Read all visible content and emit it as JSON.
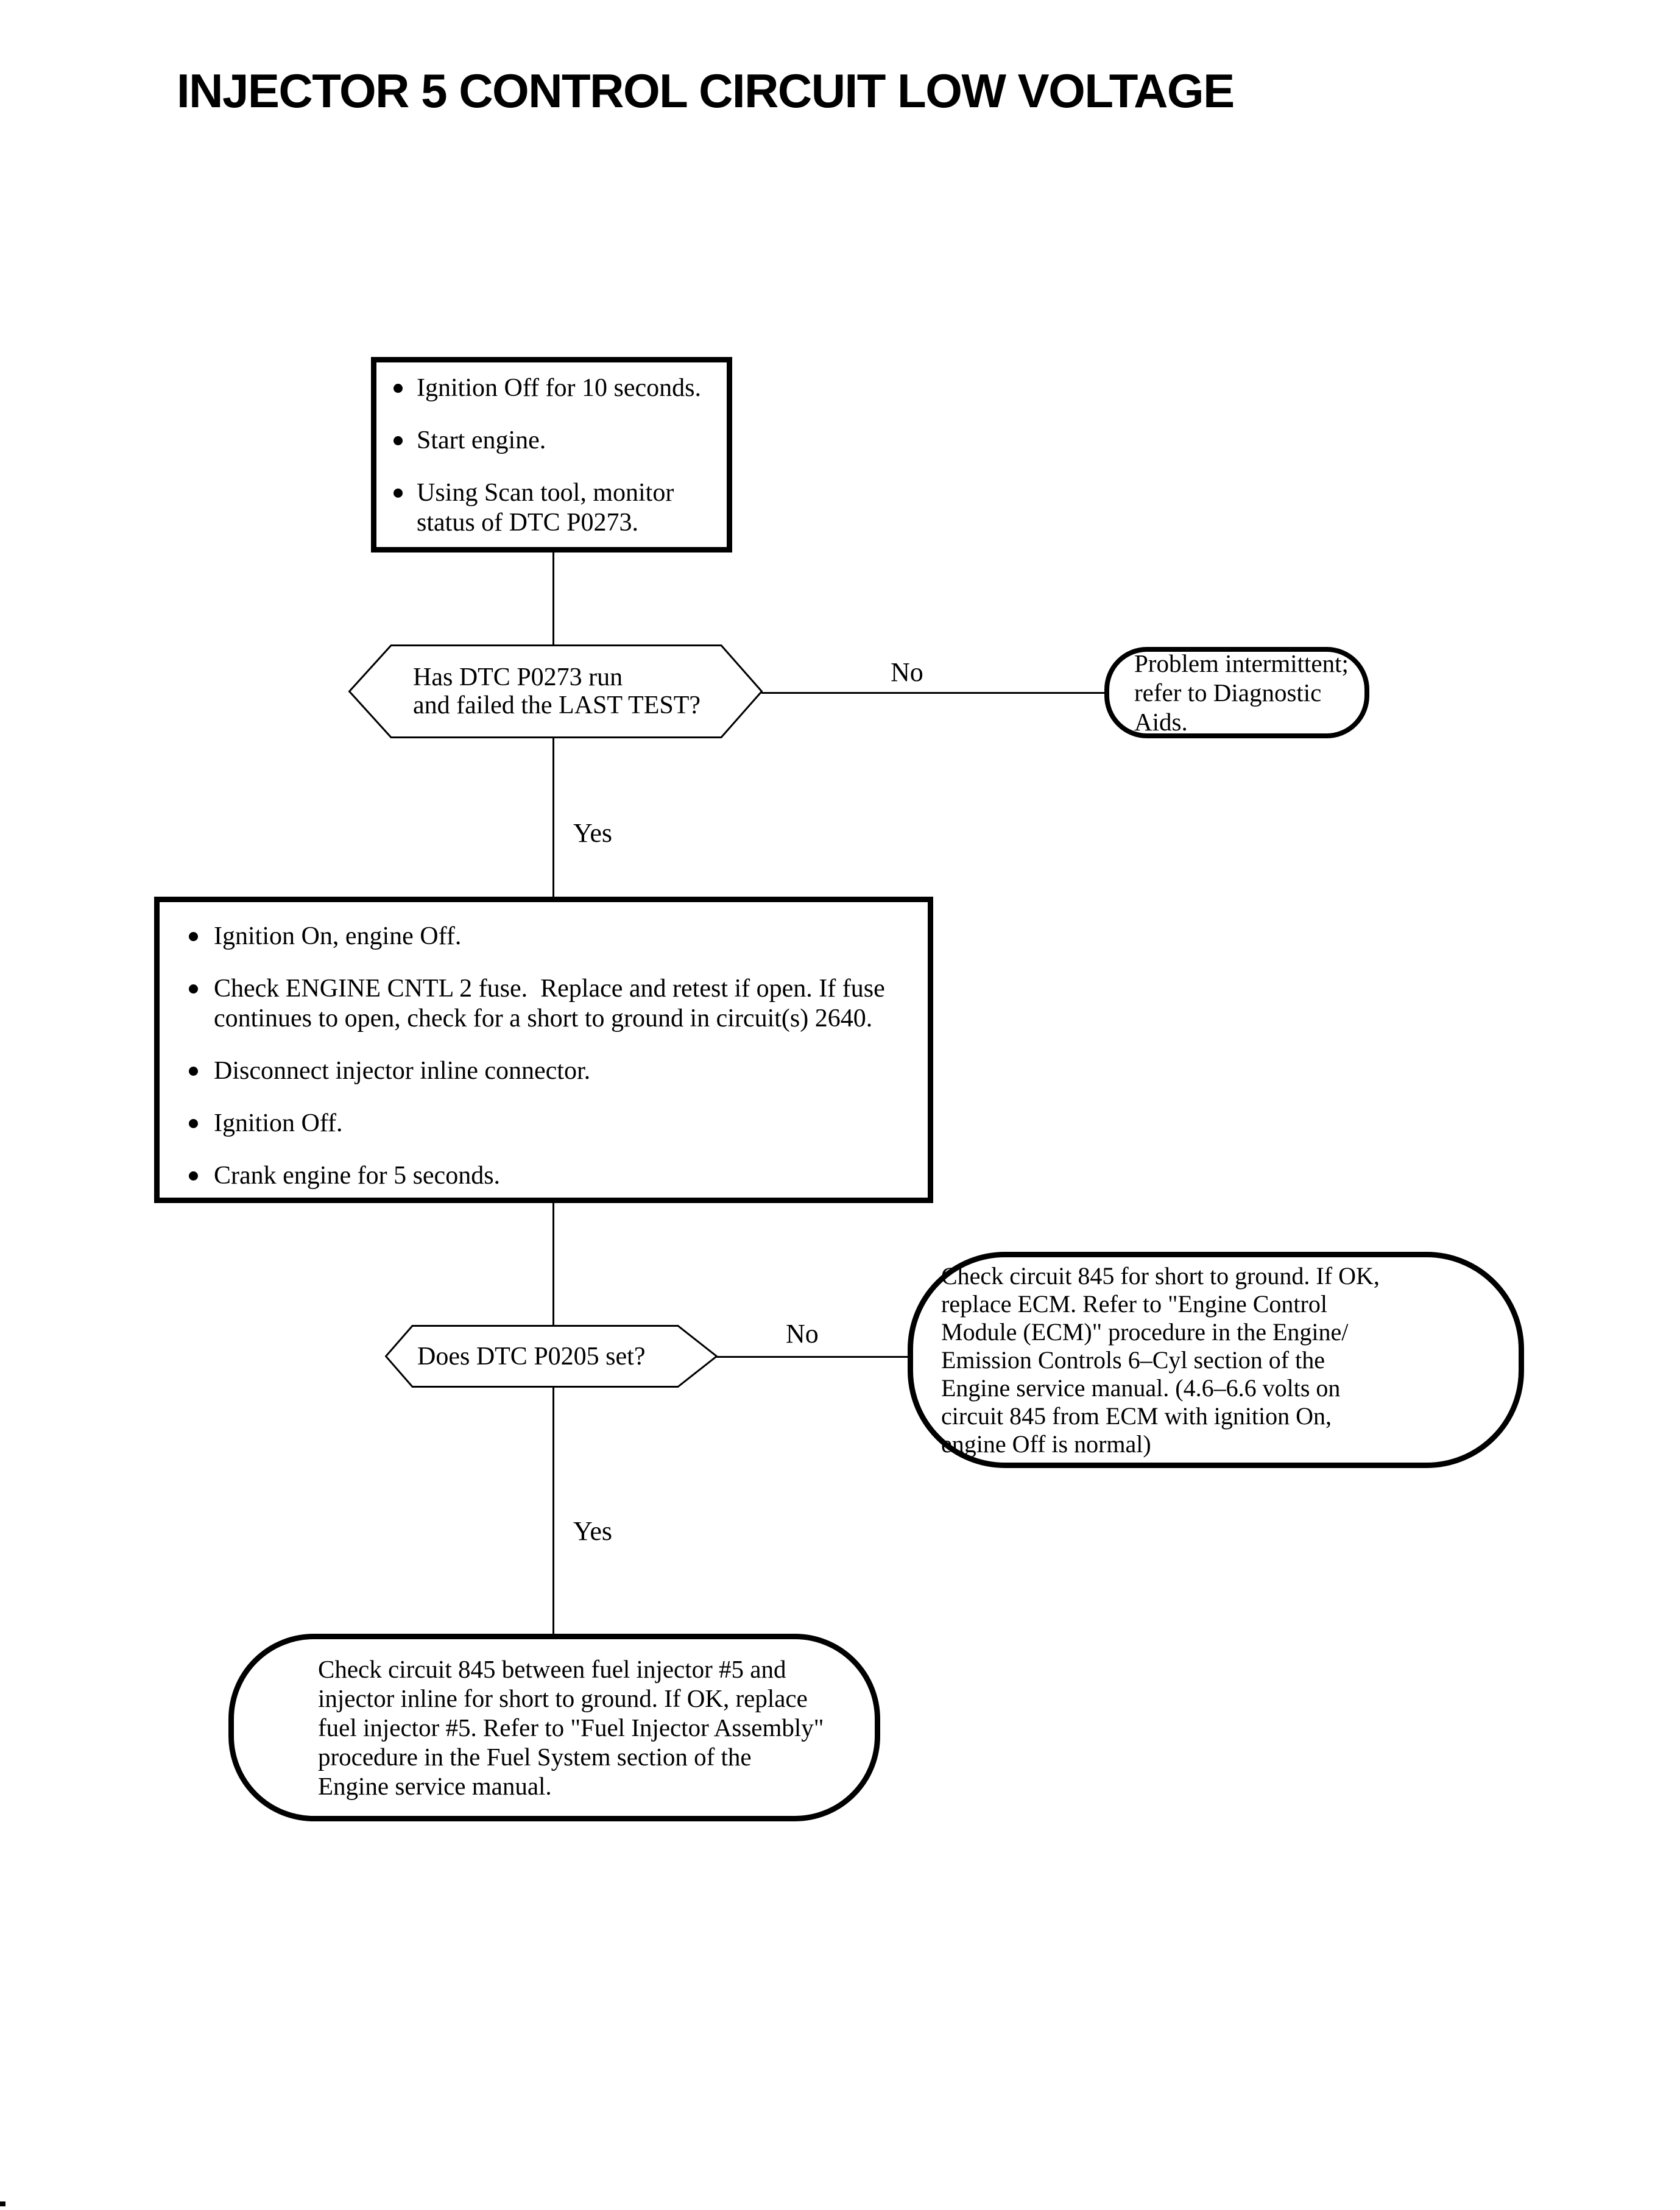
{
  "title": "INJECTOR 5 CONTROL CIRCUIT LOW VOLTAGE",
  "flowchart": {
    "step1": {
      "bullets": [
        "Ignition Off for 10 seconds.",
        "Start engine.",
        "Using Scan tool, monitor\nstatus of DTC P0273."
      ]
    },
    "decision1": {
      "question": "Has DTC P0273 run\nand failed the LAST TEST?",
      "no_label": "No",
      "yes_label": "Yes"
    },
    "terminal_intermittent": {
      "text": "Problem intermittent;\nrefer to Diagnostic Aids."
    },
    "step2": {
      "bullets": [
        "Ignition On, engine Off.",
        "Check ENGINE CNTL 2 fuse.  Replace and retest if open. If fuse\ncontinues to open, check for a short to ground in circuit(s) 2640.",
        "Disconnect injector inline connector.",
        "Ignition Off.",
        "Crank engine for 5 seconds."
      ]
    },
    "decision2": {
      "question": "Does DTC P0205 set?",
      "no_label": "No",
      "yes_label": "Yes"
    },
    "terminal_ecm": {
      "text": "Check circuit 845 for short to ground. If OK,\nreplace ECM. Refer to \"Engine Control\nModule (ECM)\" procedure in the Engine/\nEmission Controls 6–Cyl section of the\nEngine service manual. (4.6–6.6 volts on\ncircuit 845 from ECM with ignition On,\nengine Off is normal)"
    },
    "terminal_injector": {
      "text": "Check circuit 845 between fuel injector #5 and\ninjector inline for short to ground. If OK, replace\nfuel injector #5. Refer to \"Fuel Injector Assembly\"\nprocedure in the Fuel System section of the\nEngine service manual."
    }
  }
}
